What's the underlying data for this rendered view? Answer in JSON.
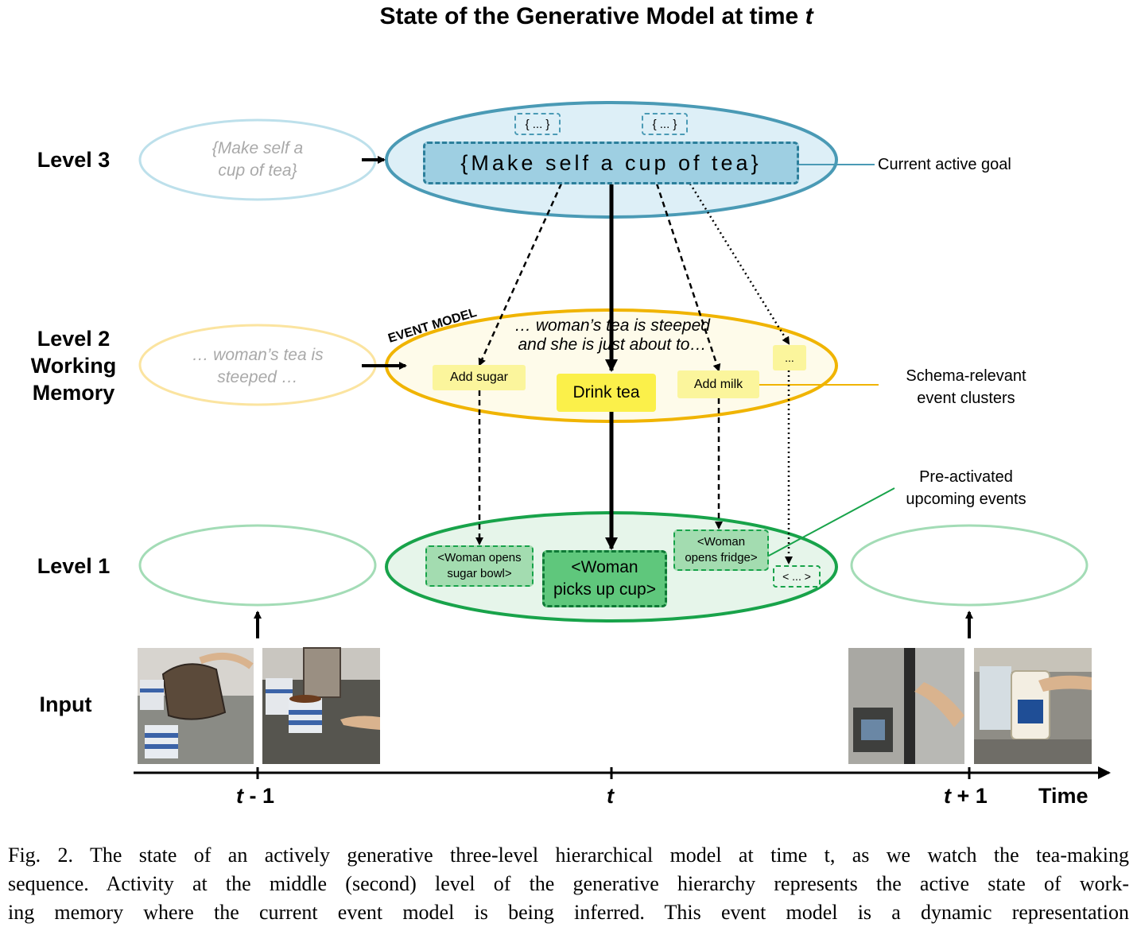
{
  "title_main": "State of the Generative Model at time ",
  "title_italic": "t",
  "levels": {
    "level3": "Level 3",
    "level2_line1": "Level 2",
    "level2_line2": "Working",
    "level2_line3": "Memory",
    "level1": "Level 1",
    "input": "Input"
  },
  "level3": {
    "ghost_line1": "{Make self a",
    "ghost_line2": "cup of tea}",
    "goal": "{Make self a cup of tea}",
    "placeholder_left": "{ ... }",
    "placeholder_right": "{ ... }",
    "annotation": "Current active goal"
  },
  "level2": {
    "ghost_line1": "… woman’s tea is",
    "ghost_line2": "steeped …",
    "event_model_label": "EVENT MODEL",
    "context_line1": "… woman’s tea is steeped",
    "context_line2": "and she is just about to…",
    "add_sugar": "Add sugar",
    "drink_tea": "Drink tea",
    "add_milk": "Add milk",
    "ellipsis": "...",
    "annotation_line1": "Schema-relevant",
    "annotation_line2": "event clusters"
  },
  "level1": {
    "sugar_line1": "<Woman opens",
    "sugar_line2": "sugar bowl>",
    "cup_line1": "<Woman",
    "cup_line2": "picks up cup>",
    "fridge_line1": "<Woman",
    "fridge_line2": "opens fridge>",
    "ellipsis": "< ... >",
    "annotation_line1": "Pre-activated",
    "annotation_line2": "upcoming events"
  },
  "timeline": {
    "t_minus_var": "t",
    "t_minus_rest": " - 1",
    "t_now": "t",
    "t_plus_var": "t",
    "t_plus_rest": " + 1",
    "axis_label": "Time"
  },
  "caption": {
    "line1": "Fig. 2.  The state of an actively generative three-level hierarchical model at time t, as we watch the tea-making",
    "line2": "sequence. Activity at the middle (second) level of the generative hierarchy represents the active state of work-",
    "line3": "ing memory where the current event model is being inferred. This event model is a dynamic representation"
  },
  "colors": {
    "level3_stroke": "#4a9ab5",
    "level3_fill": "#ddeff7",
    "goal_fill": "#9ecfe2",
    "level2_stroke": "#f0b400",
    "level2_fill": "#fefbea",
    "event_fill": "#fbf59c",
    "drink_fill": "#fbf04a",
    "level1_stroke": "#18a34a",
    "level1_fill": "#e6f5ea",
    "event1_fill": "#a3dcb0",
    "cup_fill": "#5fc77c",
    "ghost_text": "#a9a9a9"
  },
  "icons": [
    "kettle-pouring-photo",
    "tea-cup-counter-photo",
    "open-fridge-photo",
    "milk-jug-photo"
  ]
}
